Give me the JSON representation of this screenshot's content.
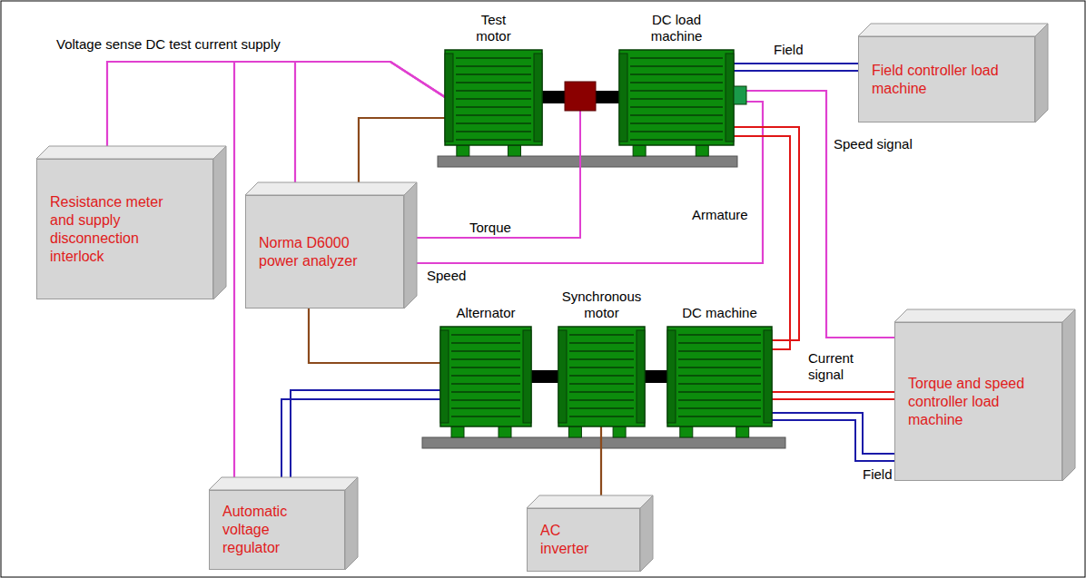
{
  "diagram": {
    "nodes": [
      {
        "text": [
          "Test motor"
        ]
      },
      {
        "text": [
          "DC load machine"
        ]
      },
      {
        "text": [
          "Field controller load machine"
        ]
      },
      {
        "text": [
          "Resistance meter and supply disconnection interlock"
        ]
      },
      {
        "text": [
          "Norma D6000 power analyzer"
        ]
      },
      {
        "text": [
          "Alternator"
        ]
      },
      {
        "text": [
          "Synchronous motor"
        ]
      },
      {
        "text": [
          "DC machine"
        ]
      },
      {
        "text": [
          "Torque and speed controller load machine"
        ]
      },
      {
        "text": [
          "Automatic voltage regulator"
        ]
      },
      {
        "text": [
          "AC inverter"
        ]
      }
    ],
    "edges": [
      {
        "from": 3,
        "to": 0,
        "arrow": "none"
      },
      {
        "from": 4,
        "to": 0,
        "arrow": "none"
      },
      {
        "from": 9,
        "to": 0,
        "arrow": "none"
      },
      {
        "from": 4,
        "to": 0,
        "arrow": "none"
      },
      {
        "from": 4,
        "to": 5,
        "arrow": "none"
      },
      {
        "from": 4,
        "to": 1,
        "label": "Speed",
        "arrow": "none"
      },
      {
        "from": 1,
        "to": 2,
        "label": "Field",
        "arrow": "none"
      },
      {
        "from": 1,
        "to": 8,
        "label": "Speed signal",
        "arrow": "none"
      },
      {
        "from": 1,
        "to": 7,
        "label": "Armature",
        "arrow": "none"
      },
      {
        "from": 7,
        "to": 8,
        "label": "Current signal",
        "arrow": "none"
      },
      {
        "from": 7,
        "to": 8,
        "label": "Field",
        "arrow": "none"
      },
      {
        "from": 9,
        "to": 5,
        "arrow": "none"
      },
      {
        "from": 10,
        "to": 6,
        "arrow": "none"
      }
    ],
    "labels": [
      "Voltage sense DC test current supply",
      "Torque"
    ]
  }
}
